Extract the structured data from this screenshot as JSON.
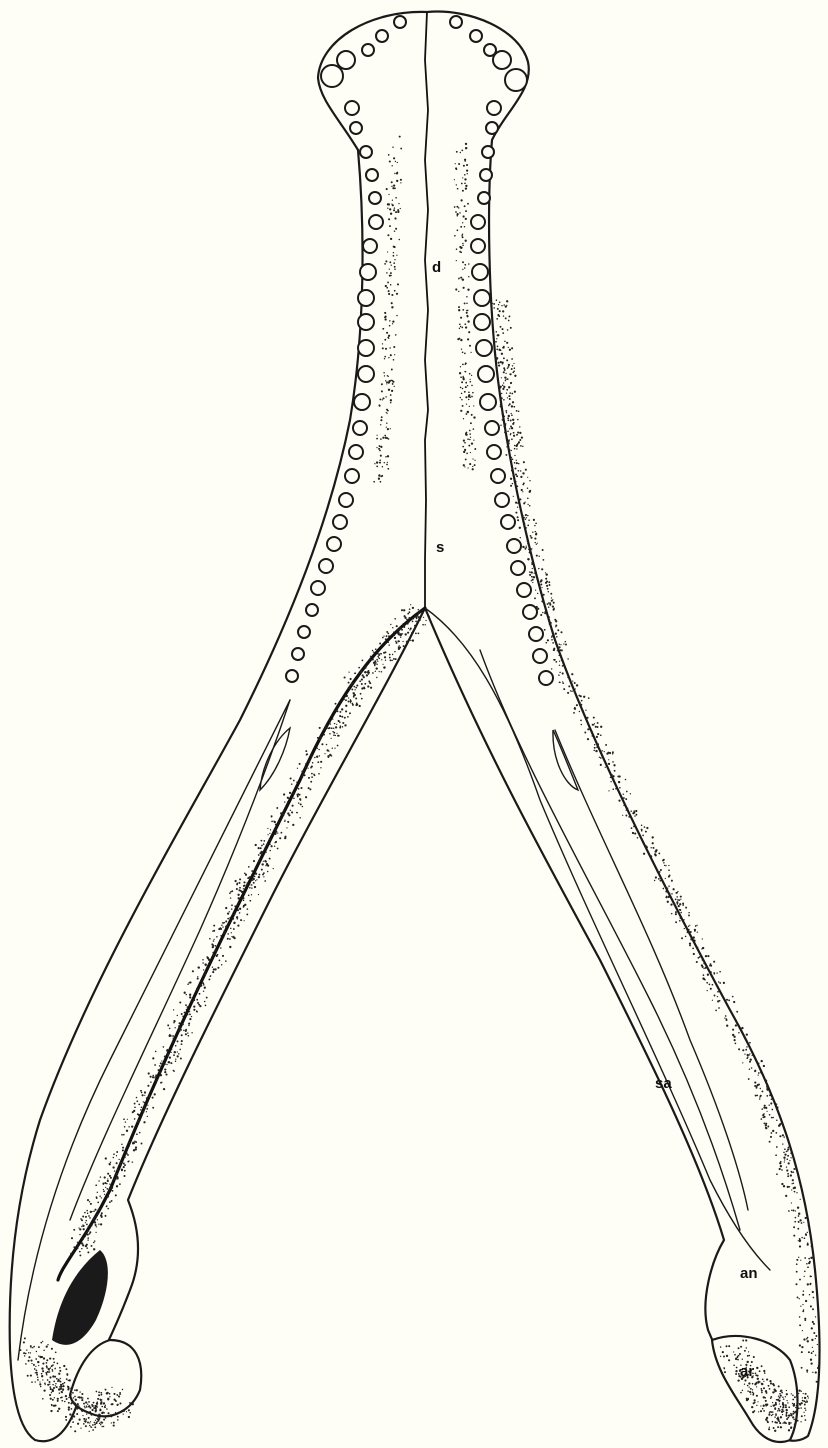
{
  "labels": {
    "dentary": "d",
    "symphysis": "s",
    "surangular": "sa",
    "angular": "an",
    "articular": "ar"
  },
  "colors": {
    "background": "#fffef6",
    "ink": "#1a1a1a"
  }
}
